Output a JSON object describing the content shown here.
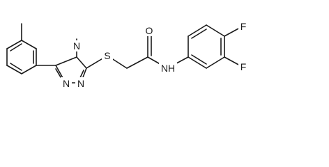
{
  "molecule": {
    "atoms": {
      "methyl_n": "",
      "n_ring_4": "N",
      "n_ring_1": "N",
      "n_ring_2": "N",
      "sulfur": "S",
      "carbonyl_o": "O",
      "amide_nh": "NH",
      "fluorine_3": "F",
      "fluorine_4": "F"
    }
  }
}
